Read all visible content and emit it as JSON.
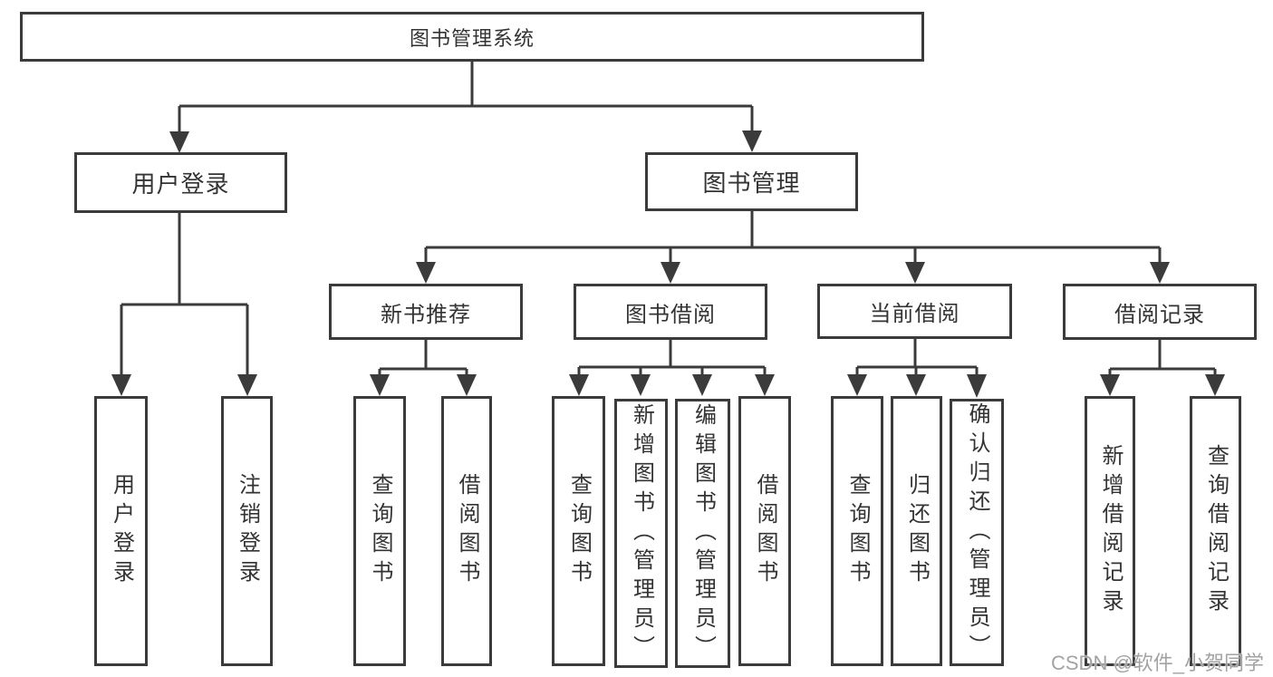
{
  "diagram": {
    "root": {
      "label": "图书管理系统"
    },
    "level2": {
      "user_login": {
        "label": "用户登录"
      },
      "book_management": {
        "label": "图书管理"
      }
    },
    "level3": {
      "new_book_recommend": {
        "label": "新书推荐"
      },
      "book_borrow": {
        "label": "图书借阅"
      },
      "current_borrow": {
        "label": "当前借阅"
      },
      "borrow_records": {
        "label": "借阅记录"
      }
    },
    "leaves": {
      "user_login_children": [
        "用户登录",
        "注销登录"
      ],
      "new_book_recommend_children": [
        "查询图书",
        "借阅图书"
      ],
      "book_borrow_children": [
        "查询图书",
        "新增图书（管理员）",
        "编辑图书（管理员）",
        "借阅图书"
      ],
      "current_borrow_children": [
        "查询图书",
        "归还图书",
        "确认归还（管理员）"
      ],
      "borrow_records_children": [
        "新增借阅记录",
        "查询借阅记录"
      ]
    },
    "colors": {
      "line": "#3b3b3b",
      "text": "#333333",
      "watermark": "#a3a3a3",
      "background": "#ffffff"
    },
    "watermark": "CSDN @软件_小贺同学"
  }
}
